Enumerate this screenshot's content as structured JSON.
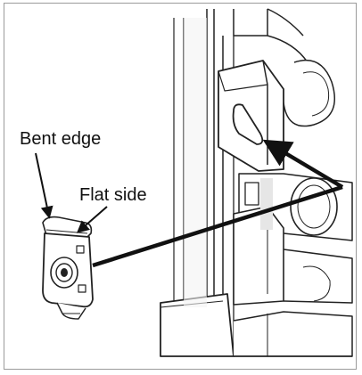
{
  "labels": {
    "bent_edge": "Bent edge",
    "flat_side": "Flat side"
  },
  "colors": {
    "ink": "#111111",
    "line": "#222222",
    "fill": "#ffffff",
    "shade": "#e6e6e6",
    "border": "#9a9a9a"
  },
  "icons": {
    "clip": "speed-nut-clip-drawing",
    "bracket": "mounting-bracket-drawing"
  }
}
